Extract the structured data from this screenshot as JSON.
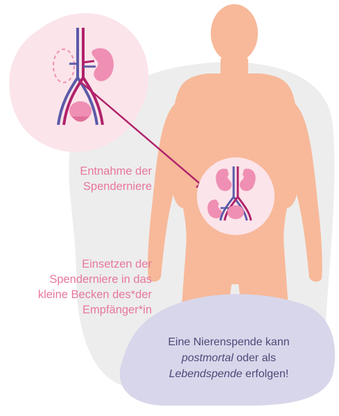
{
  "labels": {
    "removal": [
      "Entnahme der",
      "Spenderniere"
    ],
    "insertion": [
      "Einsetzen der",
      "Spenderniere in das",
      "kleine Becken des*der",
      "Empfänger*in"
    ]
  },
  "info": {
    "line1": "Eine Nierenspende kann",
    "line2_italic": "postmortal",
    "line2_rest": " oder als",
    "line3_italic": "Lebendspende",
    "line3_rest": " erfolgen!"
  },
  "colors": {
    "body": "#f7b99a",
    "background_blob": "#ededed",
    "pink_blob": "#fbe4ea",
    "info_bubble": "#d8d6ea",
    "kidney": "#ef8fb3",
    "vein": "#5b5aa8",
    "artery": "#b0226a",
    "label_text": "#e7779a",
    "info_text": "#4a4a78"
  }
}
